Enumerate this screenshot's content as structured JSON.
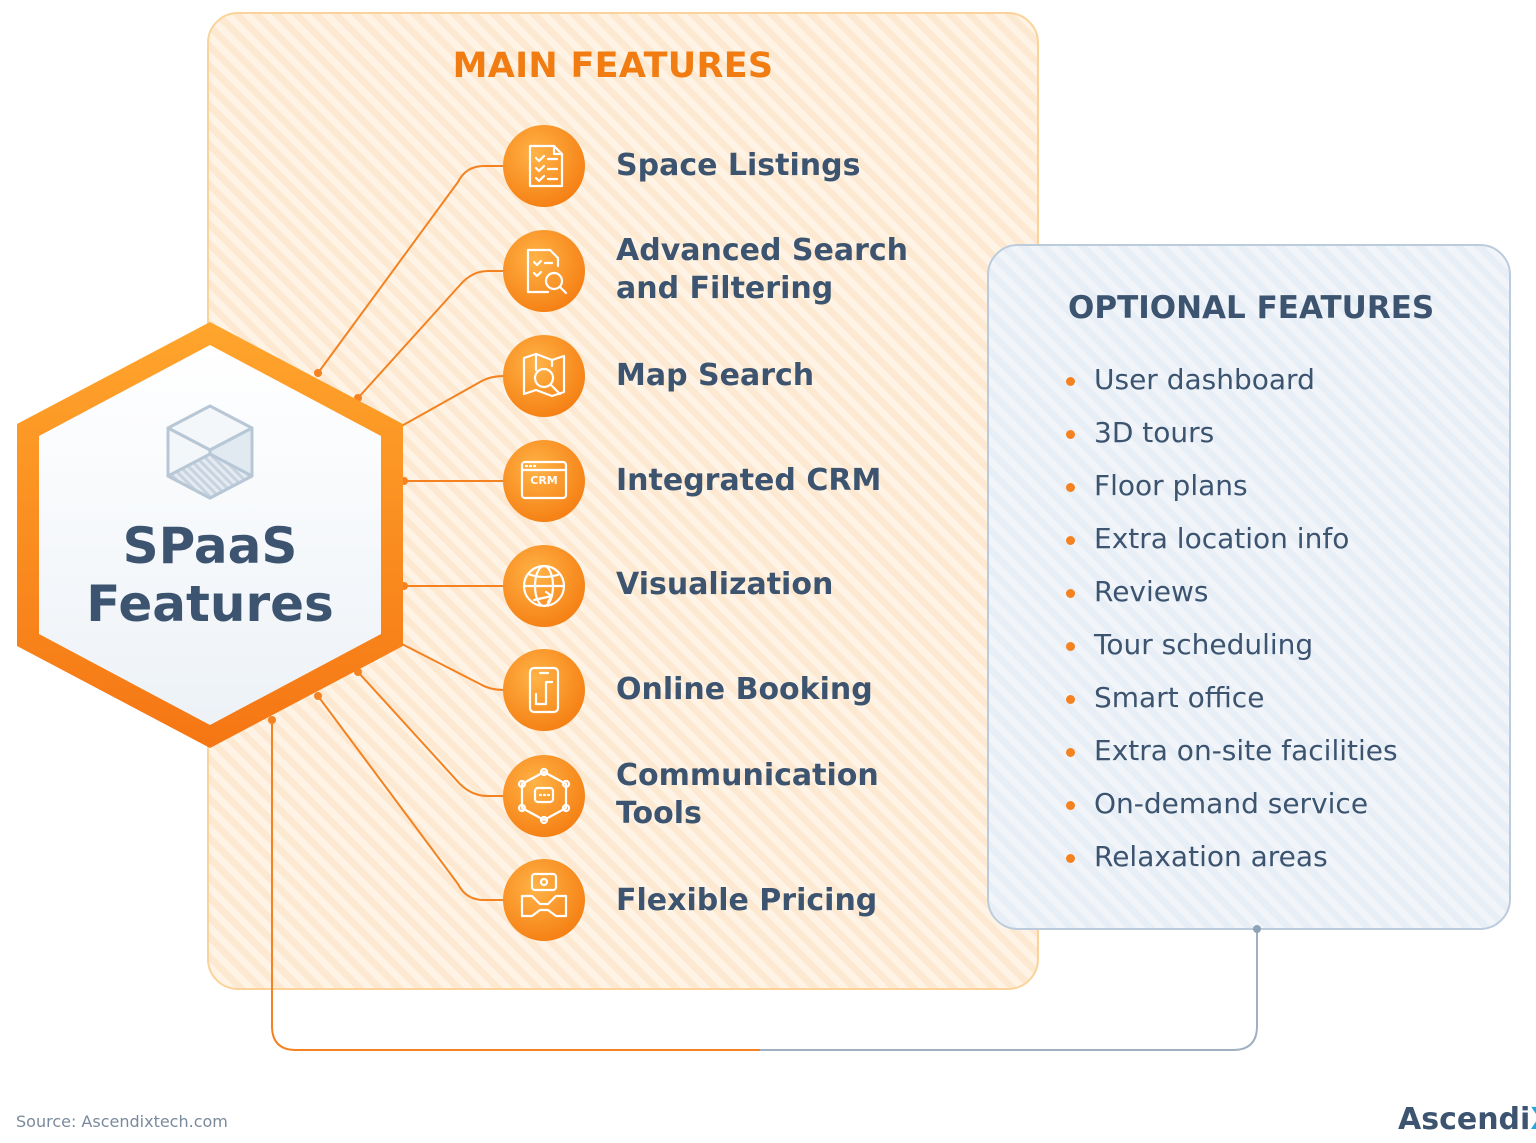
{
  "center": {
    "title_line1": "SPaaS",
    "title_line2": "Features"
  },
  "main_features": {
    "title": "MAIN FEATURES",
    "items": [
      {
        "label_line1": "Space Listings",
        "label_line2": "",
        "icon": "checklist-document-icon"
      },
      {
        "label_line1": "Advanced Search",
        "label_line2": "and Filtering",
        "icon": "document-search-icon"
      },
      {
        "label_line1": "Map Search",
        "label_line2": "",
        "icon": "map-search-icon"
      },
      {
        "label_line1": "Integrated CRM",
        "label_line2": "",
        "icon": "crm-window-icon",
        "icon_text": "CRM"
      },
      {
        "label_line1": "Visualization",
        "label_line2": "",
        "icon": "globe-arrow-icon"
      },
      {
        "label_line1": "Online Booking",
        "label_line2": "",
        "icon": "mobile-booking-icon"
      },
      {
        "label_line1": "Communication",
        "label_line2": "Tools",
        "icon": "network-chat-icon"
      },
      {
        "label_line1": "Flexible Pricing",
        "label_line2": "",
        "icon": "handshake-coin-icon"
      }
    ]
  },
  "optional_features": {
    "title": "OPTIONAL FEATURES",
    "items": [
      "User dashboard",
      "3D tours",
      "Floor plans",
      "Extra location info",
      "Reviews",
      "Tour scheduling",
      "Smart office",
      "Extra on-site facilities",
      "On-demand service",
      "Relaxation areas"
    ]
  },
  "footer": {
    "source": "Source:  Ascendixtech.com",
    "brand": "Ascendi",
    "brand_accent": "X"
  },
  "colors": {
    "orange": "#F58220",
    "orange_light": "#FFB347",
    "navy": "#3C5470",
    "panel_orange": "#FEF2E2",
    "panel_blue": "#EEF3F8",
    "accent_blue": "#1FA9E1"
  }
}
